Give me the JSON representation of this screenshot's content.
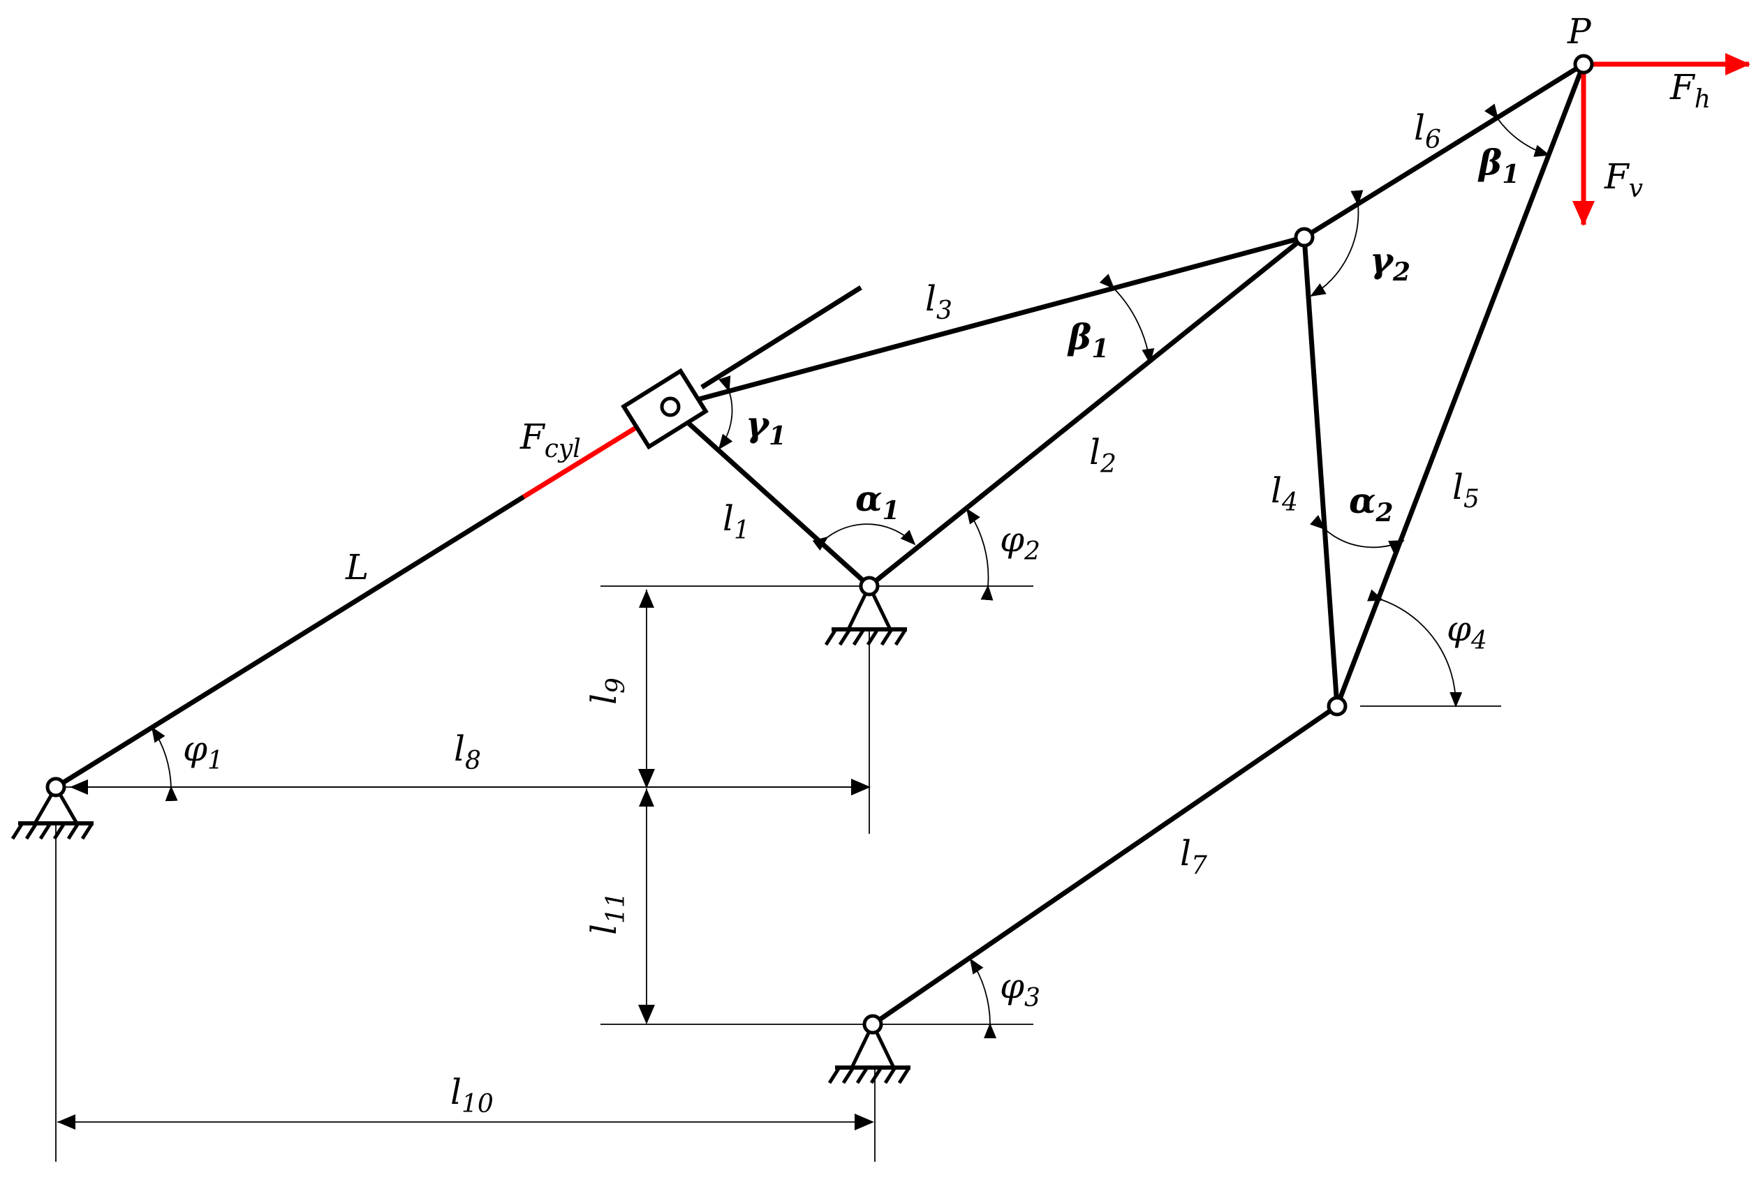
{
  "labels": {
    "L": "L",
    "l1": "l",
    "l1_sub": "1",
    "l2": "l",
    "l2_sub": "2",
    "l3": "l",
    "l3_sub": "3",
    "l4": "l",
    "l4_sub": "4",
    "l5": "l",
    "l5_sub": "5",
    "l6": "l",
    "l6_sub": "6",
    "l7": "l",
    "l7_sub": "7",
    "l8": "l",
    "l8_sub": "8",
    "l9": "l",
    "l9_sub": "9",
    "l10": "l",
    "l10_sub": "10",
    "l11": "l",
    "l11_sub": "11",
    "P": "P",
    "Fh": "F",
    "Fh_sub": "h",
    "Fv": "F",
    "Fv_sub": "v",
    "Fcyl": "F",
    "Fcyl_sub": "cyl",
    "phi1": "φ",
    "phi1_sub": "1",
    "phi2": "φ",
    "phi2_sub": "2",
    "phi3": "φ",
    "phi3_sub": "3",
    "phi4": "φ",
    "phi4_sub": "4",
    "alpha1": "α",
    "alpha1_sub": "1",
    "alpha2": "α",
    "alpha2_sub": "2",
    "beta1a": "β",
    "beta1a_sub": "1",
    "beta1b": "β",
    "beta1b_sub": "1",
    "gamma1": "γ",
    "gamma1_sub": "1",
    "gamma2": "γ",
    "gamma2_sub": "2"
  },
  "colors": {
    "link": "#000000",
    "force": "#ff0000",
    "background": "#ffffff"
  }
}
